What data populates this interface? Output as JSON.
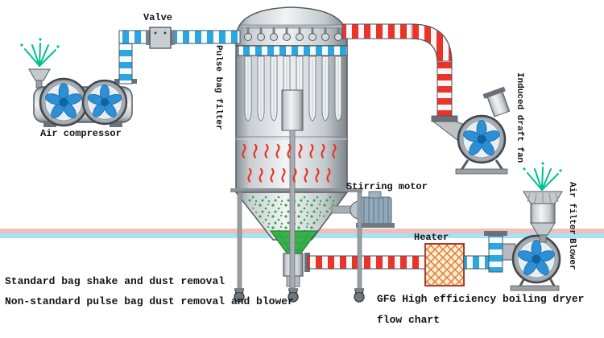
{
  "meta": {
    "title": "GFG High efficiency boiling dryer flow chart"
  },
  "labels": {
    "valve": "Valve",
    "air_compressor": "Air compressor",
    "pulse_bag_filter": "Pulse bag filter",
    "induced_draft_fan": "Induced draft fan",
    "stirring_motor": "Stirring motor",
    "heater": "Heater",
    "air_filter": "Air filter",
    "blower": "Blower"
  },
  "captions": {
    "line1": "Standard bag shake and dust removal",
    "line2": "Non-standard pulse bag dust removal and blower",
    "title_line1": "GFG High efficiency boiling dryer",
    "title_line2": "flow chart"
  },
  "colors": {
    "cold_pipe_blue": "#2aa7df",
    "hot_pipe_red": "#e8342a",
    "material_green": "#37b24a",
    "spray_green": "#00bf8f",
    "heater_orange": "#e67e22"
  }
}
